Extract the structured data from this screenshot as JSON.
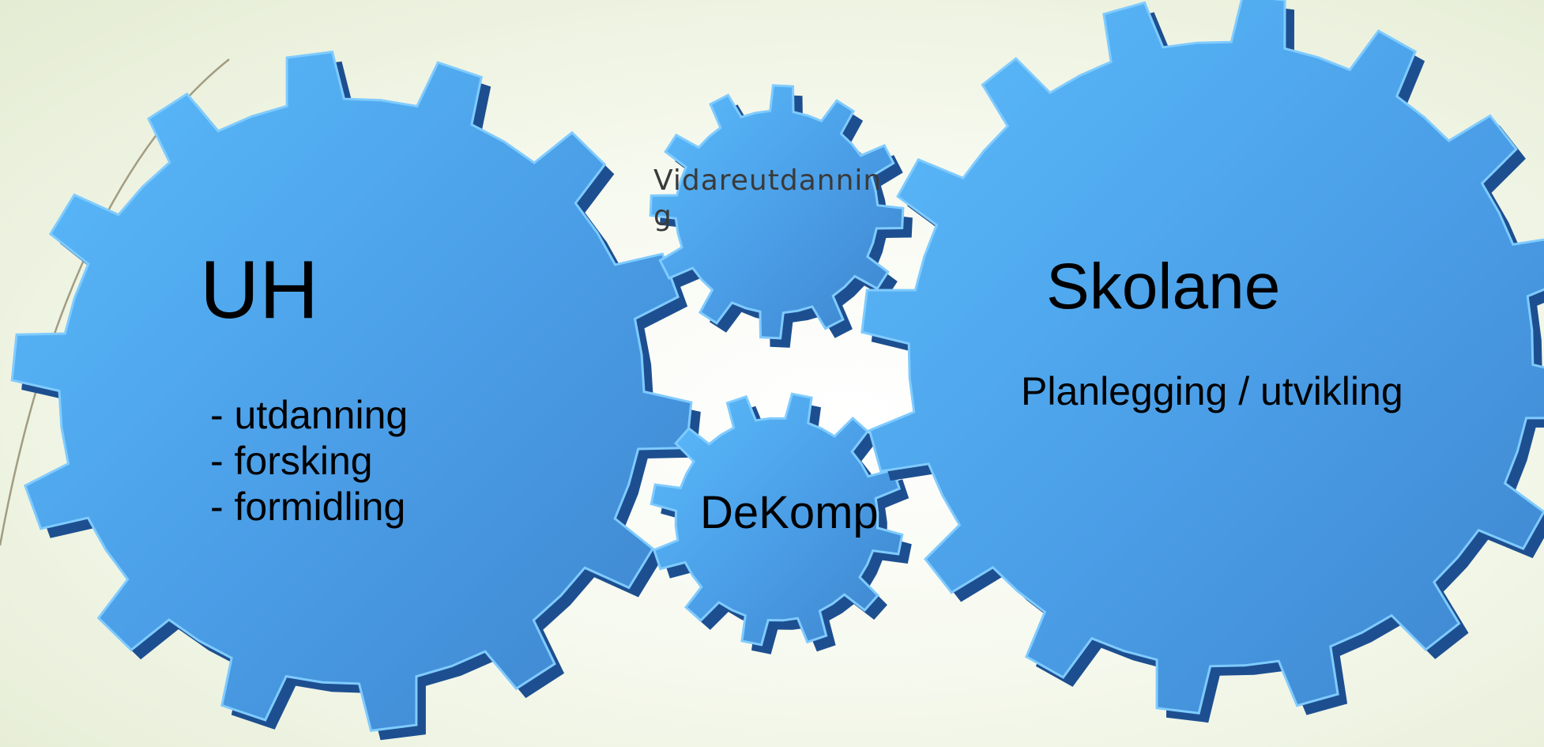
{
  "diagram": {
    "gears": {
      "uh": {
        "title": "UH",
        "items": [
          "- utdanning",
          "- forsking",
          "- formidling"
        ]
      },
      "vidareutdanning": {
        "label": "Vidareutdanning"
      },
      "dekomp": {
        "label": "DeKomp"
      },
      "skolane": {
        "title": "Skolane",
        "subtitle": "Planlegging / utvikling"
      }
    },
    "colors": {
      "gear_light": "#5bbcfb",
      "gear_dark": "#3d84cc",
      "gear_shadow": "#1d4f90",
      "background_edge": "#e4ecd3",
      "decor_line": "#8a7f62"
    }
  }
}
